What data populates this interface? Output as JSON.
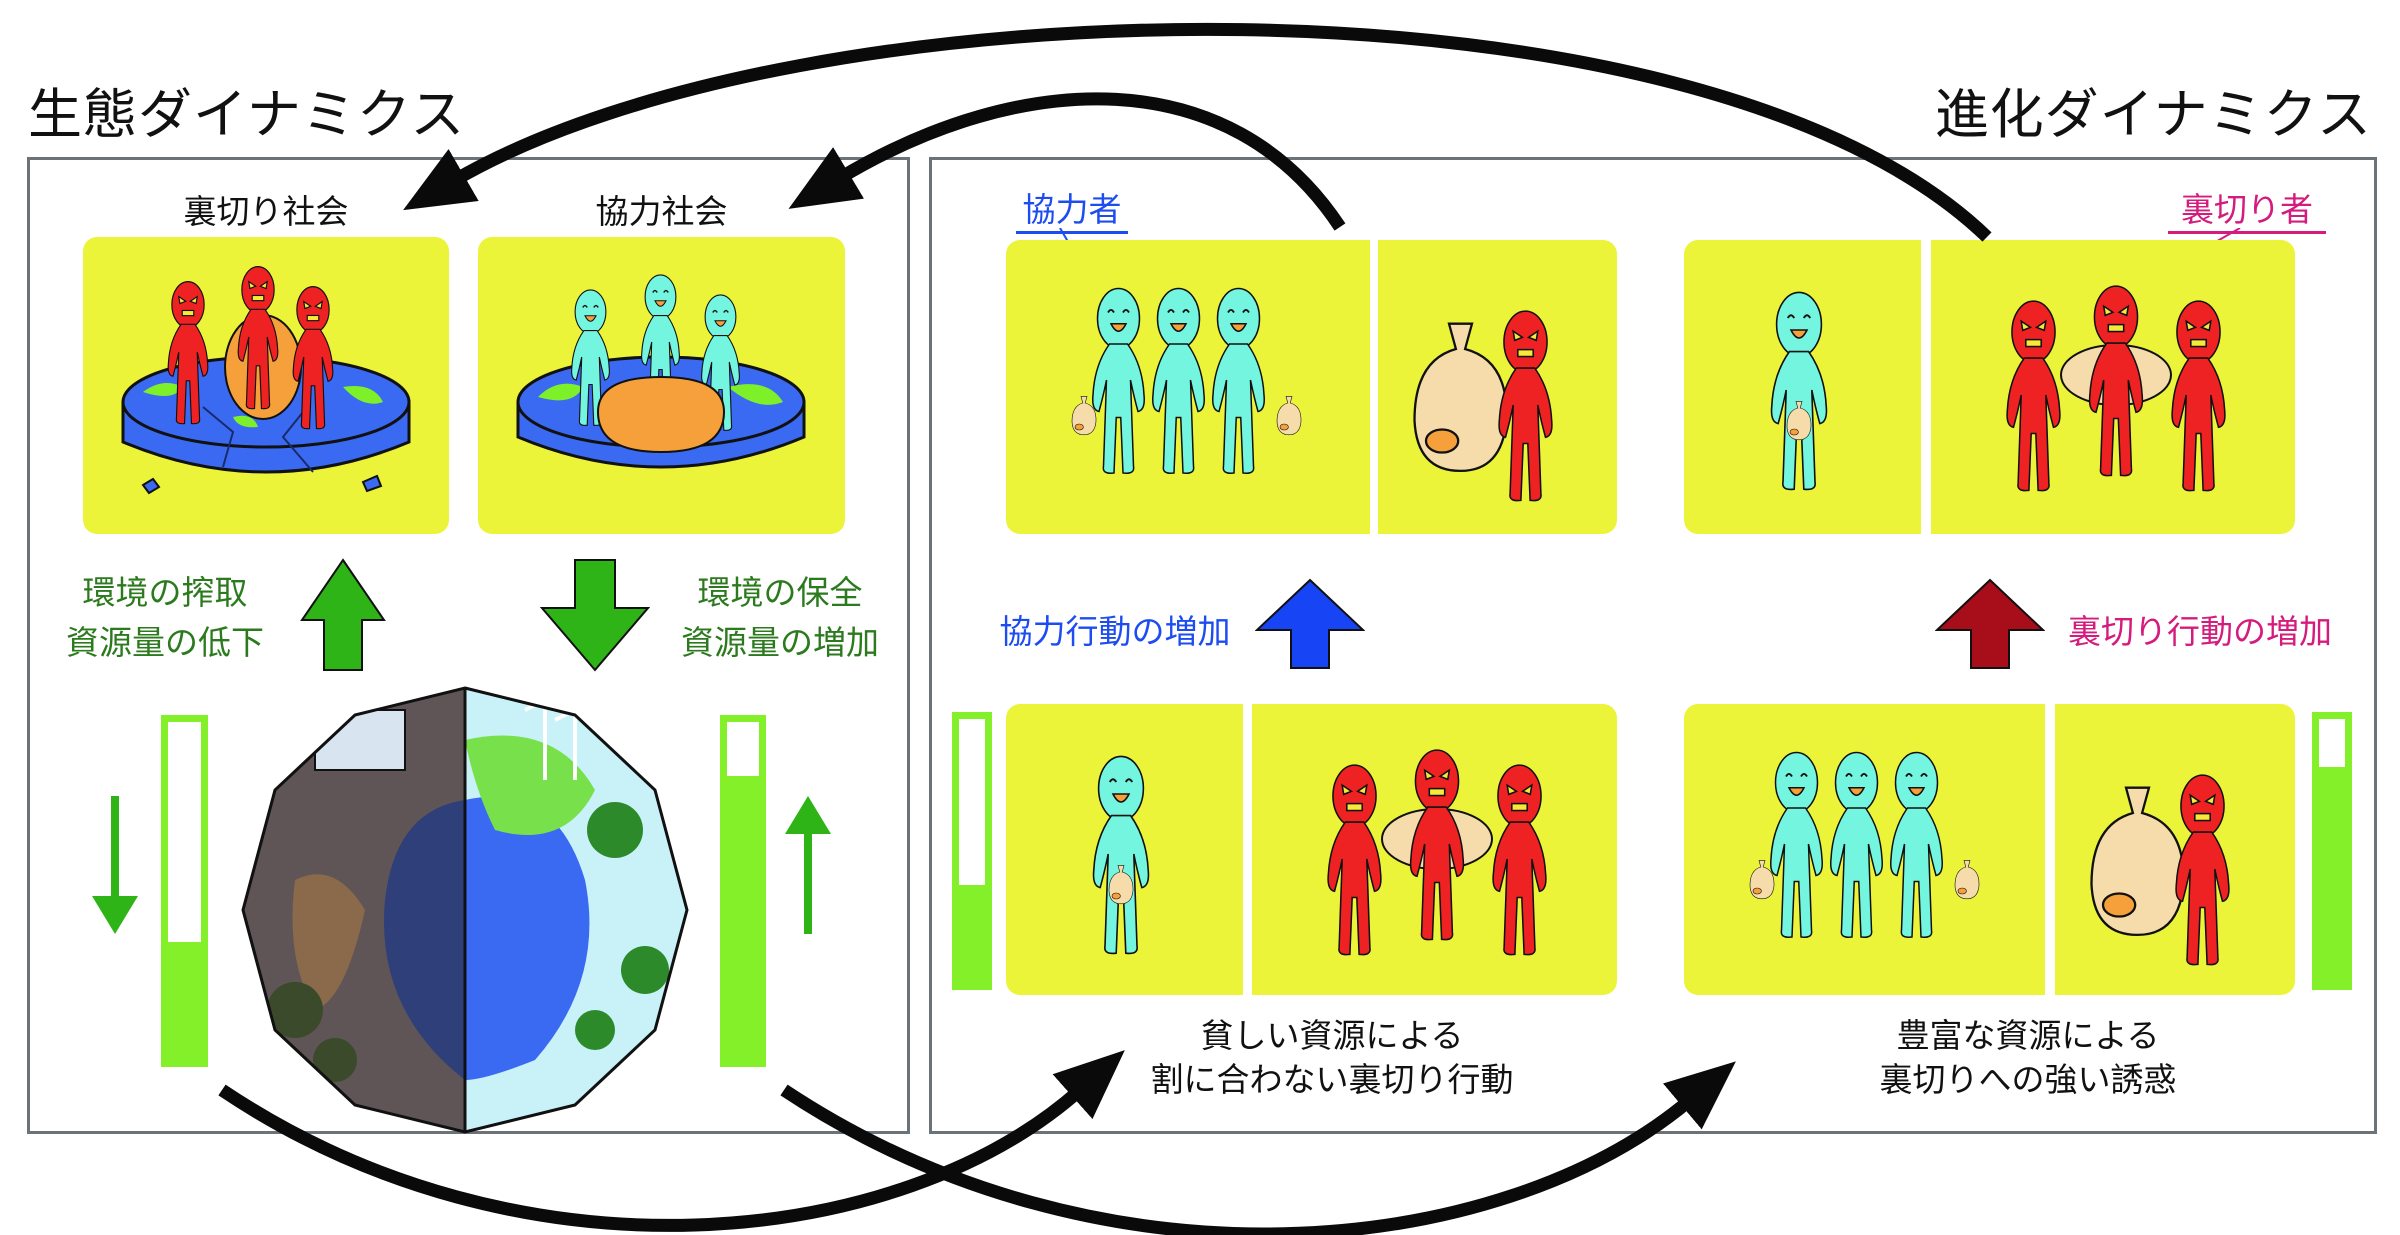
{
  "titles": {
    "ecological": "生態ダイナミクス",
    "evolutionary": "進化ダイナミクス"
  },
  "ecology": {
    "defector_society": "裏切り社会",
    "cooperator_society": "協力社会",
    "exploitation": [
      "環境の搾取",
      "資源量の低下"
    ],
    "conservation": [
      "環境の保全",
      "資源量の増加"
    ],
    "resource_low_fraction": 0.35,
    "resource_high_fraction": 0.84
  },
  "evolution": {
    "cooperator_label": "協力者",
    "defector_label": "裏切り者",
    "cooperation_increase": "協力行動の増加",
    "defection_increase": "裏切り行動の増加",
    "poor_caption": [
      "貧しい資源による",
      "割に合わない裏切り行動"
    ],
    "rich_caption": [
      "豊富な資源による",
      "裏切りへの強い誘惑"
    ],
    "poor_resource_fraction": 0.37,
    "rich_resource_fraction": 0.82
  },
  "colors": {
    "panel": "#ecf43a",
    "cooperator": "#74f5e0",
    "defector": "#ee2222",
    "green_arrow": "#2fb417",
    "blue_arrow": "#1744f5",
    "red_arrow": "#a80d1a",
    "bar": "#84f02a"
  }
}
